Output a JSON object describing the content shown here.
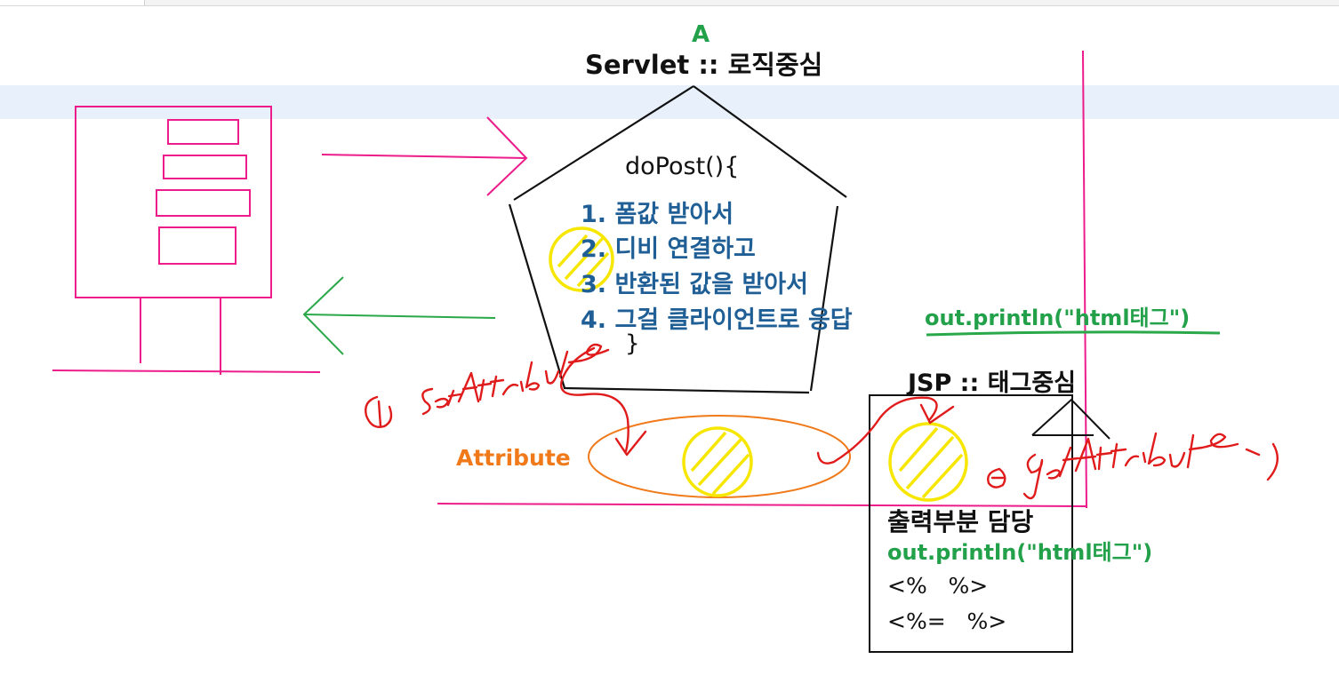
{
  "colors": {
    "pink": "#ec1c8a",
    "green": "#2aa84a",
    "red": "#e01b1b",
    "yellow": "#f6e600",
    "orange": "#f07a1a",
    "blue": "#1f5f95",
    "black": "#111111",
    "highlight_band": "#e8f0fc"
  },
  "labels": {
    "marker_a": "A",
    "servlet_title": "Servlet :: 로직중심",
    "dopost_header": "doPost(){",
    "dopost_steps": [
      "1. 폼값 받아서",
      "2. 디비 연결하고",
      "3. 반환된 값을 받아서",
      "4. 그걸 클라이언트로 응답"
    ],
    "dopost_close": "}",
    "out_println_right": "out.println(\"html태그\")",
    "jsp_title": "JSP :: 태그중심",
    "attribute_label": "Attribute",
    "jsp_output": "출력부분 담당",
    "jsp_out_println": "out.println(\"html태그\")",
    "scriptlet": "<%   %>",
    "expression": "<%=   %>"
  }
}
